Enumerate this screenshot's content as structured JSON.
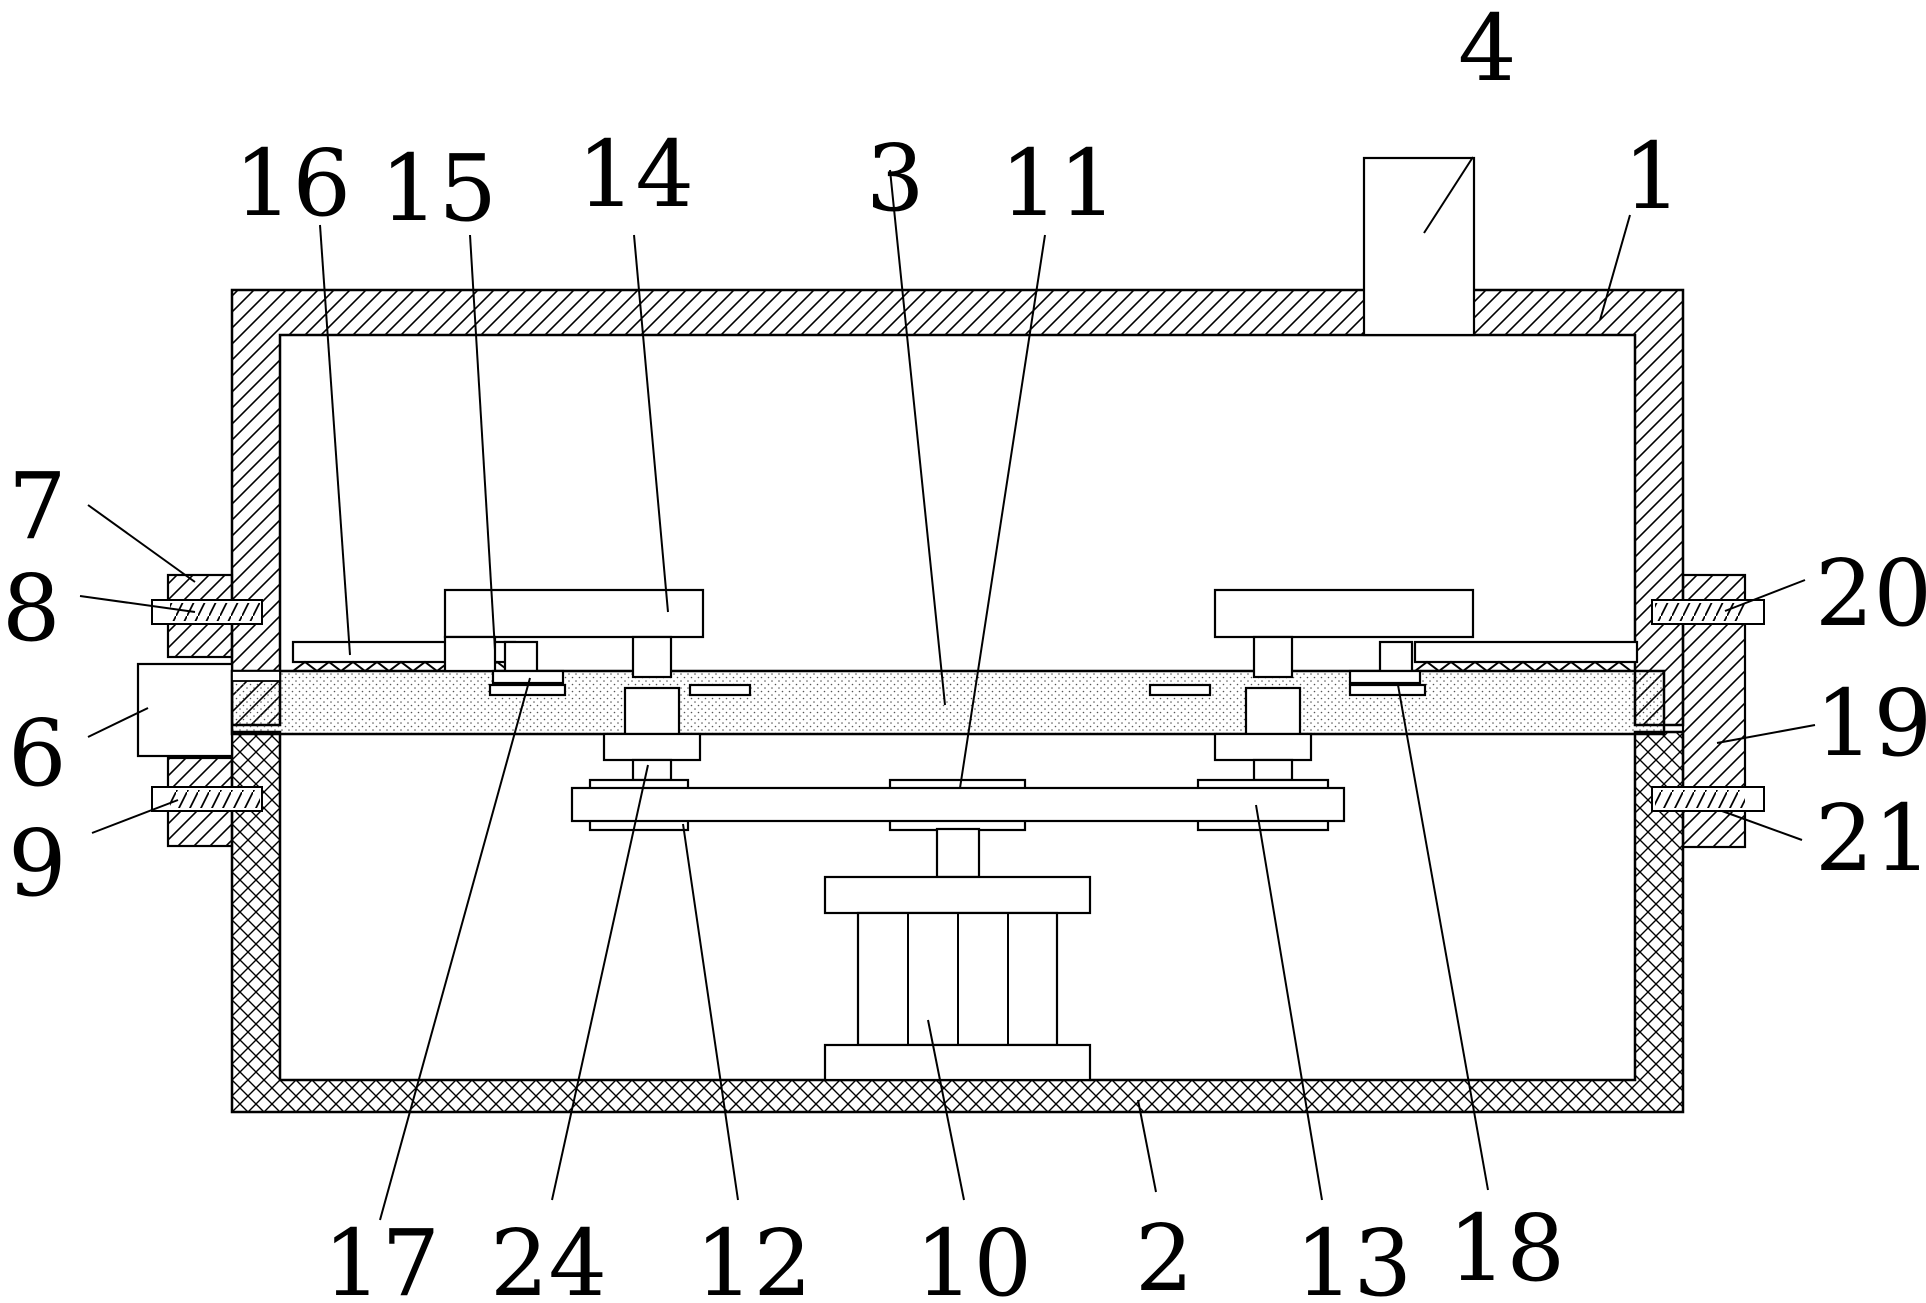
{
  "labels": {
    "l1": "1",
    "l2": "2",
    "l3": "3",
    "l4": "4",
    "l6": "6",
    "l7": "7",
    "l8": "8",
    "l9": "9",
    "l10": "10",
    "l11": "11",
    "l12": "12",
    "l13": "13",
    "l14": "14",
    "l15": "15",
    "l16": "16",
    "l17": "17",
    "l18": "18",
    "l19": "19",
    "l20": "20",
    "l21": "21",
    "l24": "24"
  }
}
